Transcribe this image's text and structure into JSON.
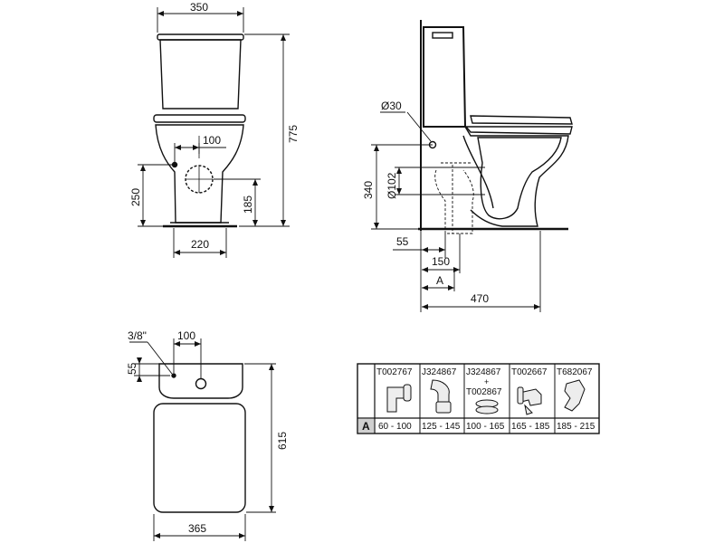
{
  "front_view": {
    "width_top": "350",
    "height_total": "775",
    "outlet_offset": "100",
    "inlet_height": "250",
    "outlet_height": "185",
    "base_width": "220"
  },
  "side_view": {
    "inlet_diameter": "Ø30",
    "outlet_diameter": "Ø102",
    "outlet_height": "340",
    "dim_55": "55",
    "dim_150": "150",
    "dim_A": "A",
    "depth": "470"
  },
  "plan_view": {
    "thread": "3/8\"",
    "offset_100": "100",
    "offset_55": "55",
    "depth": "615",
    "width": "365"
  },
  "connector_table": {
    "row_label": "A",
    "columns": [
      {
        "code": "T002767",
        "code2": "",
        "plus": "",
        "range": "60 - 100"
      },
      {
        "code": "J324867",
        "code2": "",
        "plus": "",
        "range": "125 - 145"
      },
      {
        "code": "J324867",
        "code2": "T002867",
        "plus": "+",
        "range": "100 - 165"
      },
      {
        "code": "T002667",
        "code2": "",
        "plus": "",
        "range": "165 - 185"
      },
      {
        "code": "T682067",
        "code2": "",
        "plus": "",
        "range": "185 - 215"
      }
    ]
  }
}
